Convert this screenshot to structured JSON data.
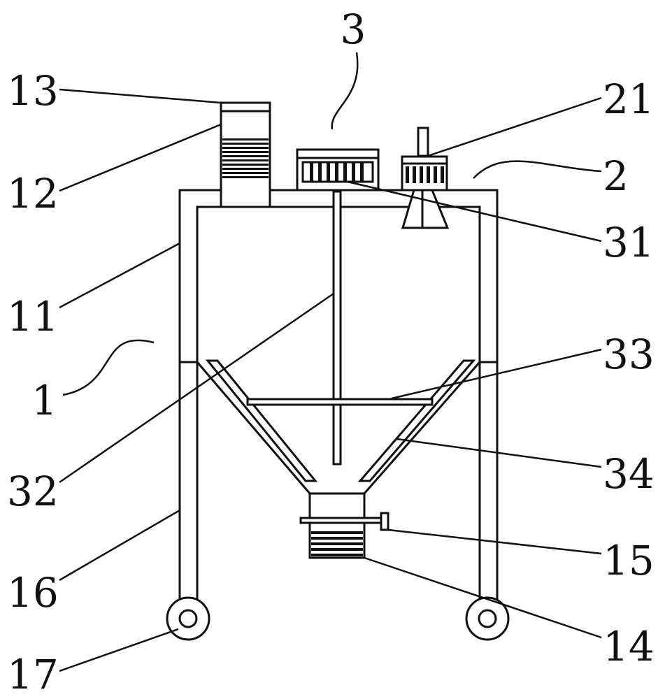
{
  "labels": {
    "l1": "1",
    "l2": "2",
    "l3": "3",
    "l11": "11",
    "l12": "12",
    "l13": "13",
    "l14": "14",
    "l15": "15",
    "l16": "16",
    "l17": "17",
    "l21": "21",
    "l31": "31",
    "l32": "32",
    "l33": "33",
    "l34": "34"
  }
}
